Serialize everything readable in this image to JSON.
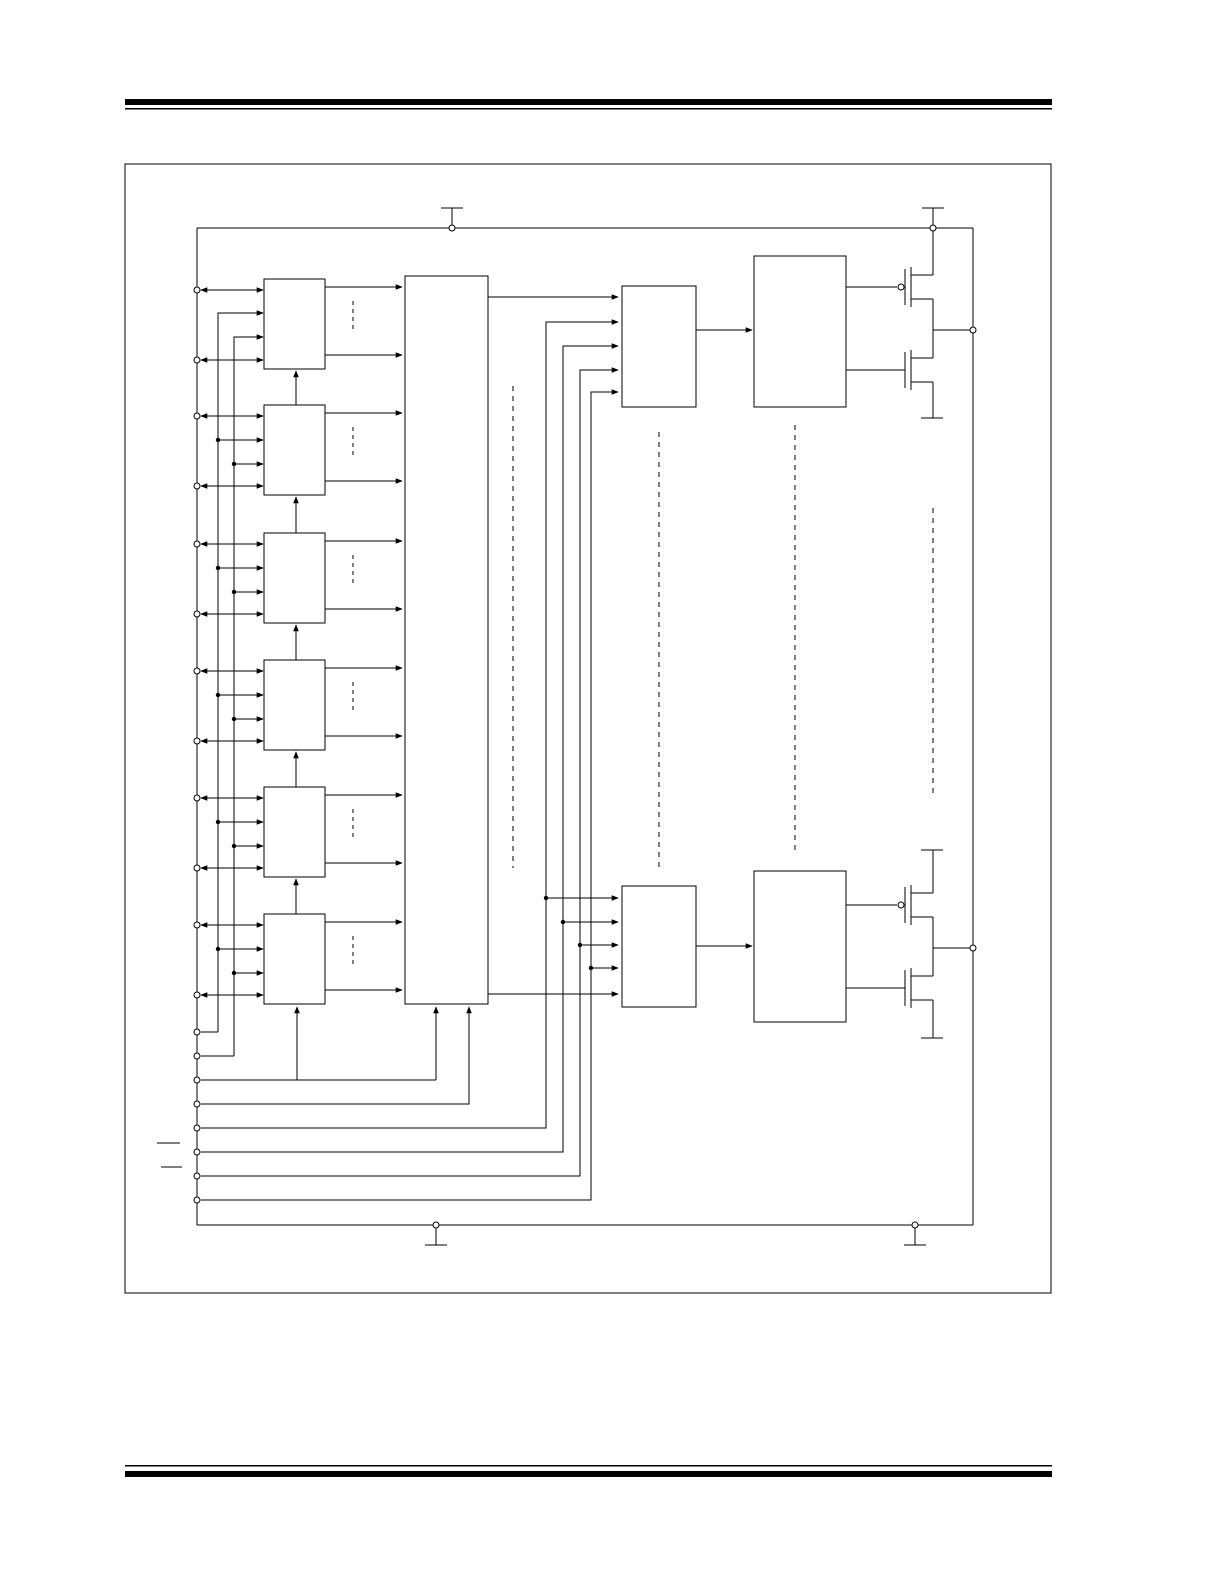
{
  "page": {
    "header_rule": "double-rule",
    "footer_rule": "double-rule"
  },
  "diagram": {
    "kind": "block-diagram",
    "text_labels": [],
    "colors": {
      "line": "#000000",
      "background": "#ffffff"
    },
    "latch_blocks": 6,
    "mux_blocks": 2,
    "driver_blocks": 2,
    "output_stages": 2
  }
}
